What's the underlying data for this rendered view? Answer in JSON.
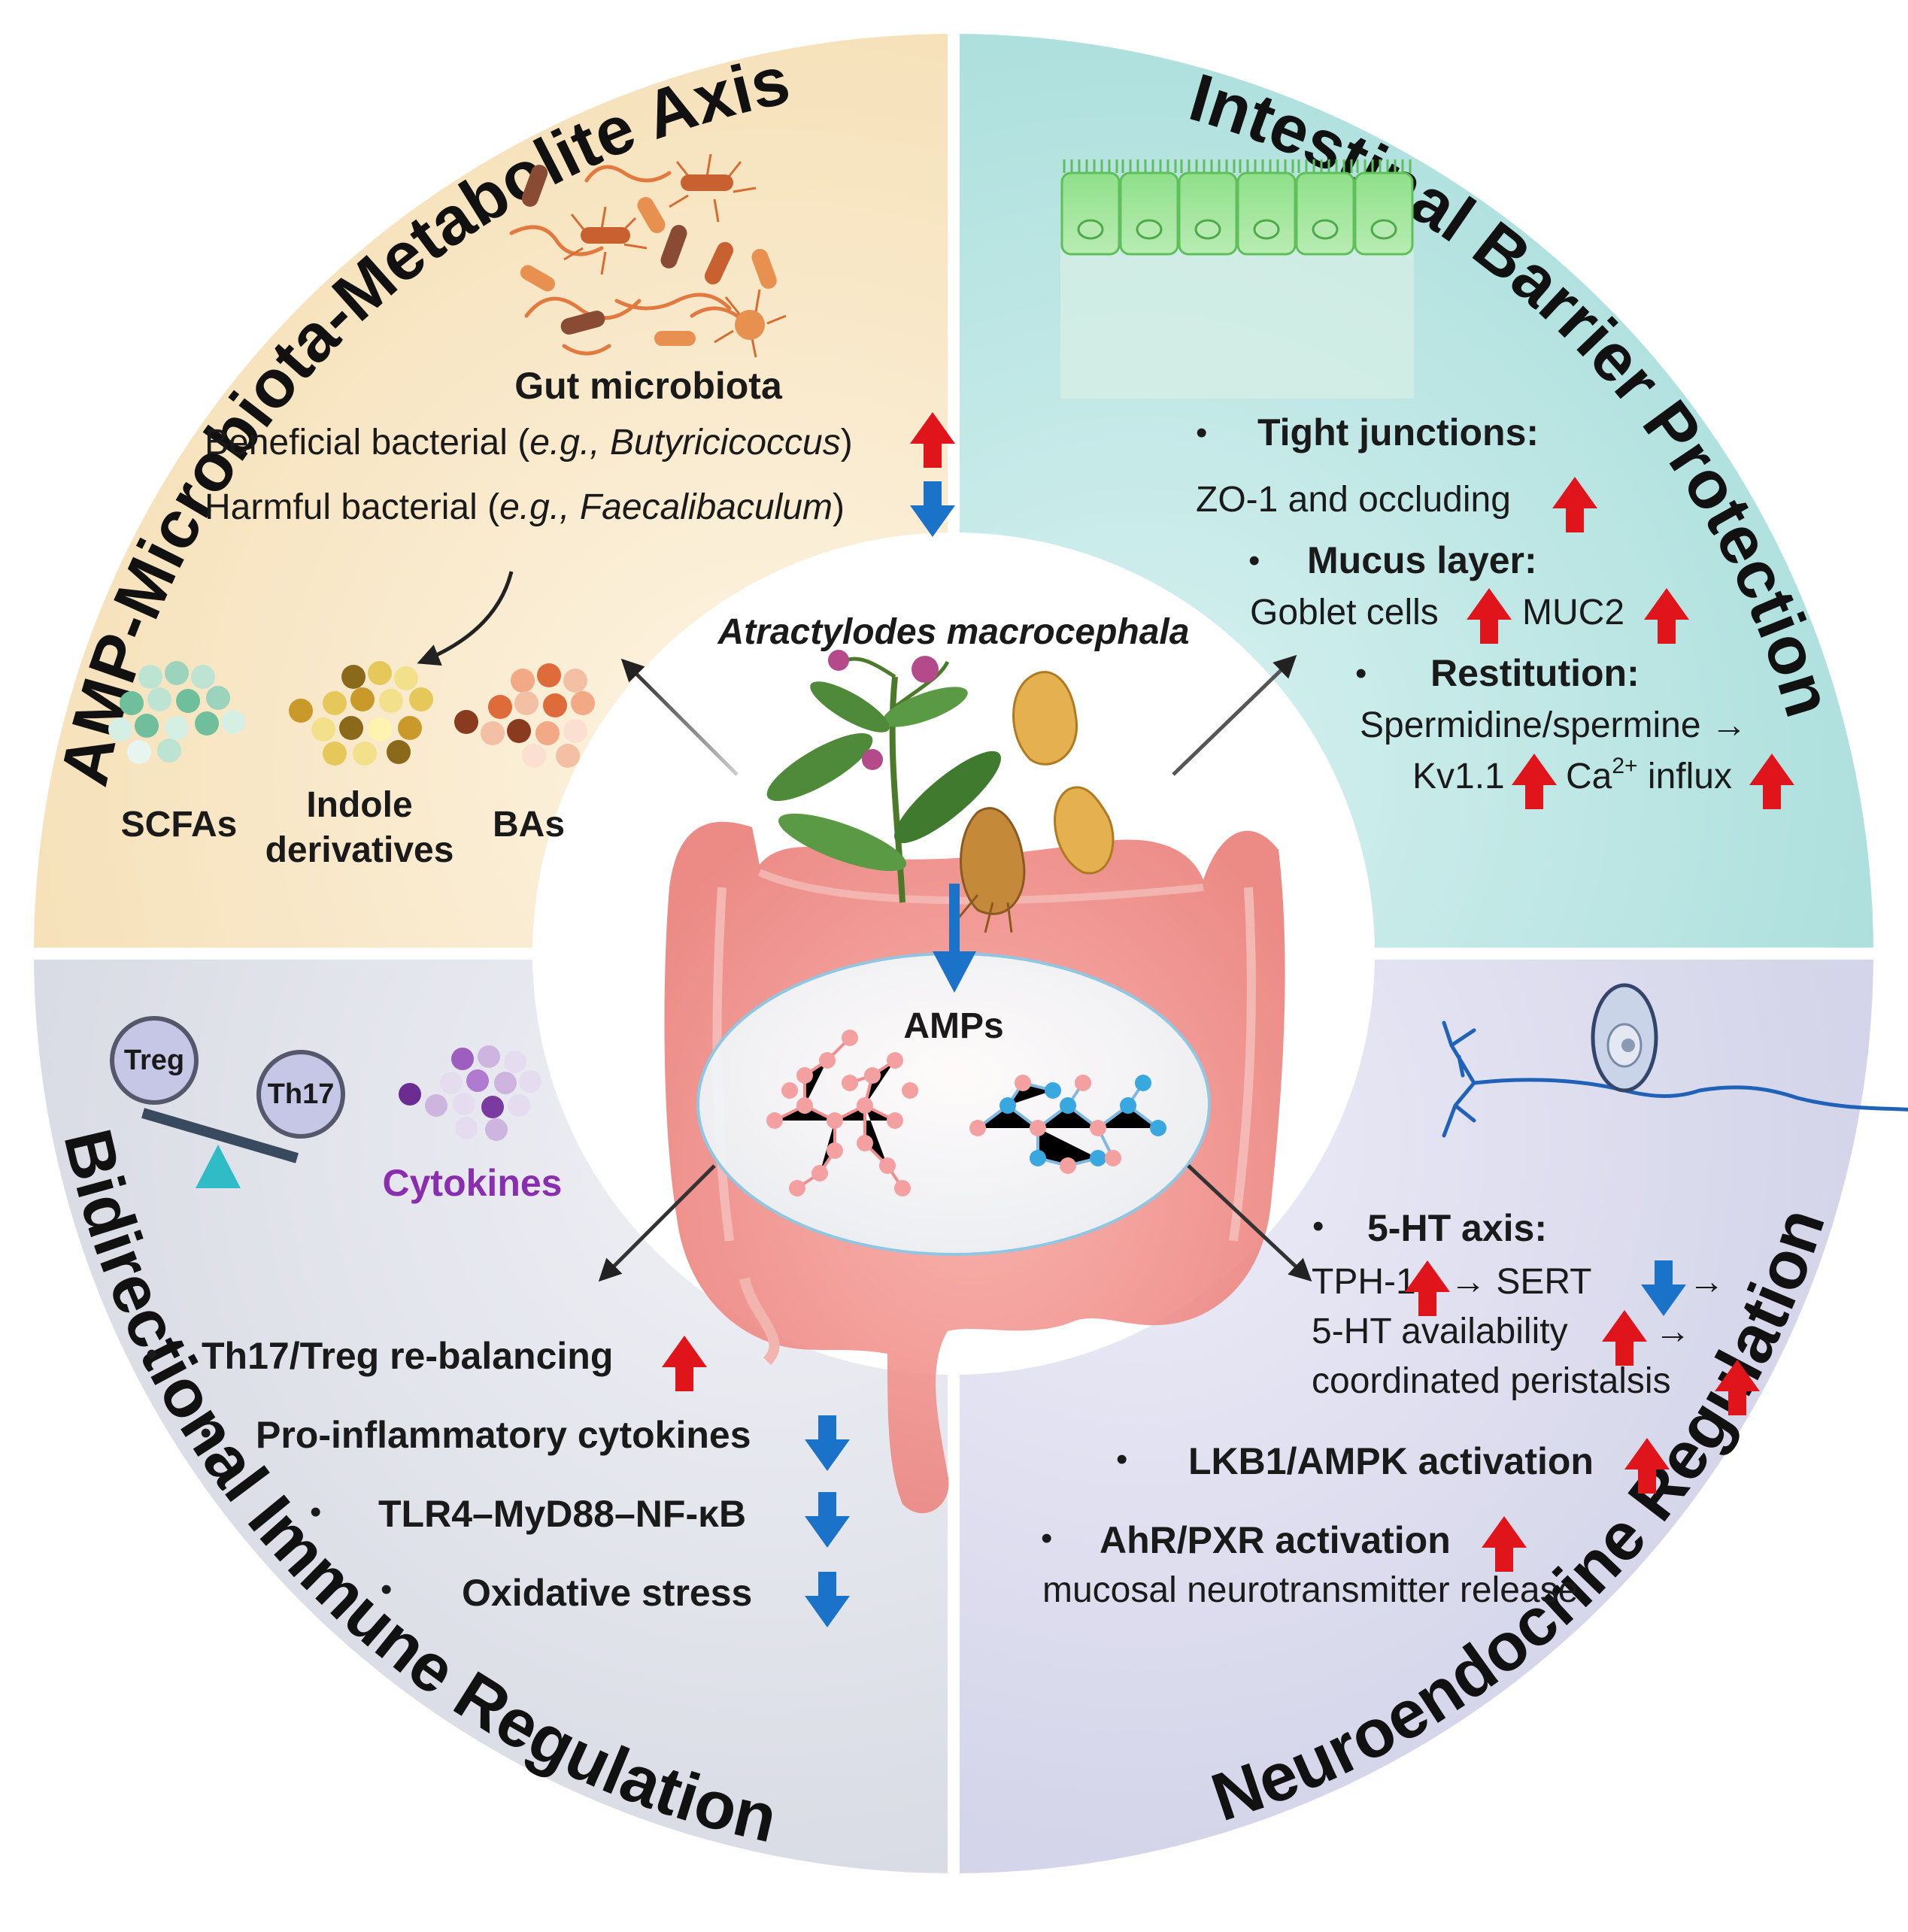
{
  "quadrants": {
    "top_left": {
      "title": "AMP-Microbiota-Metabolite Axis",
      "heading": "Gut microbiota",
      "beneficial_prefix": "Beneficial bacterial (",
      "beneficial_eg": "e.g., Butyricicoccus",
      "beneficial_suffix": ")",
      "harmful_prefix": "Harmful bacterial (",
      "harmful_eg": "e.g., Faecalibaculum",
      "harmful_suffix": ")",
      "metabolite_1": "SCFAs",
      "metabolite_2_line1": "Indole",
      "metabolite_2_line2": "derivatives",
      "metabolite_3": "BAs"
    },
    "top_right": {
      "title": "Intestinal Barrier Protection",
      "tight_junctions": "Tight junctions:",
      "zo1": "ZO-1 and occluding",
      "mucus_layer": "Mucus layer:",
      "goblet": "Goblet cells",
      "muc2": "MUC2",
      "restitution": "Restitution:",
      "spermidine": "Spermidine/spermine →",
      "kv": "Kv1.1",
      "ca": "Ca",
      "ca_sup": "2+",
      "influx": " influx"
    },
    "bottom_left": {
      "title": "Bidirectional Immune Regulation",
      "treg": "Treg",
      "th17": "Th17",
      "cytokines": "Cytokines",
      "item_1": "Th17/Treg re-balancing",
      "item_2": "Pro-inflammatory cytokines",
      "item_3": "TLR4–MyD88–NF-κB",
      "item_4": "Oxidative stress"
    },
    "bottom_right": {
      "title": "Neuroendocrine Regulation",
      "ht_axis": "5-HT axis:",
      "tph": "TPH-1",
      "sert": "→ SERT",
      "arrow_after_sert": "→",
      "availability": "5-HT availability",
      "arrow_after_availability": "→",
      "peristalsis": "coordinated peristalsis",
      "lkb1": "LKB1/AMPK activation",
      "ahr": "AhR/PXR activation",
      "mucosal": "mucosal neurotransmitter release"
    }
  },
  "center": {
    "plant_name": "Atractylodes macrocephala",
    "amps_label": "AMPs"
  },
  "bullet": "•",
  "colors": {
    "top_left_bg": "#f8e8c8",
    "top_right_bg": "#b9e6e4",
    "bottom_left_bg": "#e2e4ec",
    "bottom_right_bg": "#dcdcee",
    "up_arrow": "#e0141b",
    "down_arrow": "#1a72c9",
    "cytokines_text": "#8a2eb0"
  }
}
